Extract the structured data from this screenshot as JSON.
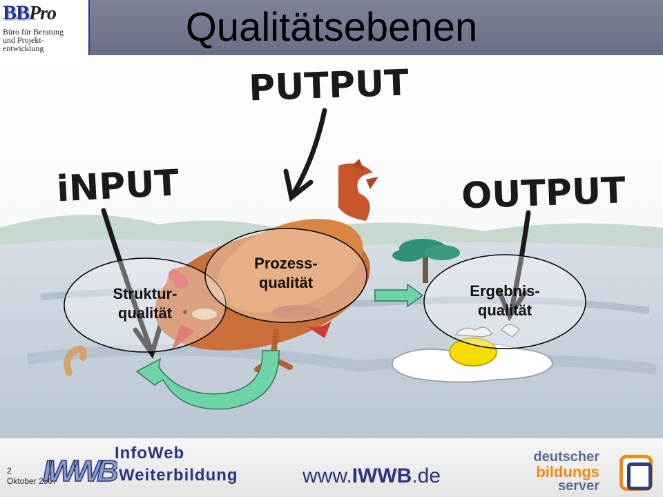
{
  "title": "Qualitätsebenen",
  "logo": {
    "brand_bb": "BB",
    "brand_pro": "Pro",
    "line1": "Büro für Beratung",
    "line2": "und Projekt-",
    "line3": "entwicklung"
  },
  "diagram": {
    "input_label": "iNPUT",
    "putput_label": "PUTPUT",
    "output_label": "OUTPUT",
    "bubbles": [
      {
        "line1": "Struktur-",
        "line2": "qualität"
      },
      {
        "line1": "Prozess-",
        "line2": "qualität"
      },
      {
        "line1": "Ergebnis-",
        "line2": "qualität"
      }
    ]
  },
  "footer": {
    "slide_number": "2",
    "date": "Oktober 2007",
    "iwwb_logo": "IWWB",
    "infoweb": "InfoWeb",
    "weiterbildung": "Weiterbildung",
    "url_prefix": "www.",
    "url_bold": "IWWB",
    "url_suffix": ".de",
    "dbs_line1": "deutscher",
    "dbs_line2": "bildungs",
    "dbs_line3": "server"
  },
  "colors": {
    "header": "#7a7e93",
    "brand_blue": "#2b3480",
    "arrow_green": "#6fd3a8",
    "orange": "#f28a10"
  }
}
